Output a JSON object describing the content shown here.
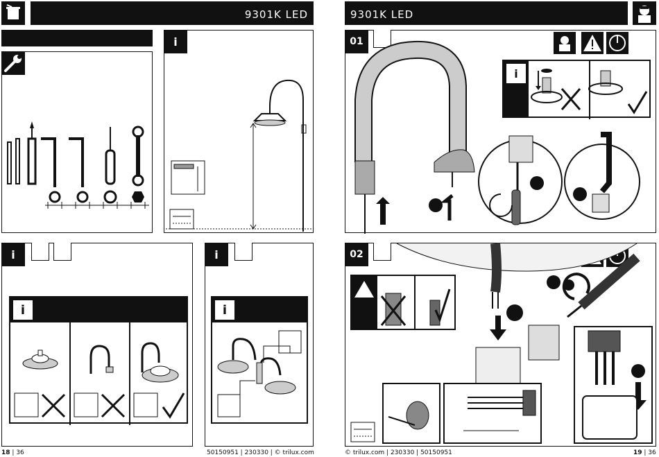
{
  "left_page": {
    "header_title": "9301K LED",
    "panel_info_label": "i",
    "panel_bottom_left_label": "i",
    "panel_bottom_right_label": "i",
    "subpanel_info_label": "i",
    "subpanel2_info_label": "i",
    "footer_page": "18",
    "footer_total": "| 36",
    "footer_right": "50150951 | 230330 | © trilux.com"
  },
  "right_page": {
    "header_title": "9301K LED",
    "step1_label": "01",
    "step2_label": "02",
    "step1_info_label": "i",
    "footer_left": "© trilux.com | 230330 | 50150951",
    "footer_page": "19",
    "footer_total": "| 36"
  },
  "icons": {
    "left_corner": "luminaire-box-icon",
    "wrench": "wrench-icon",
    "right_corner": "electrician-icon",
    "warning": "warning-triangle-icon",
    "power_off": "power-off-icon"
  }
}
